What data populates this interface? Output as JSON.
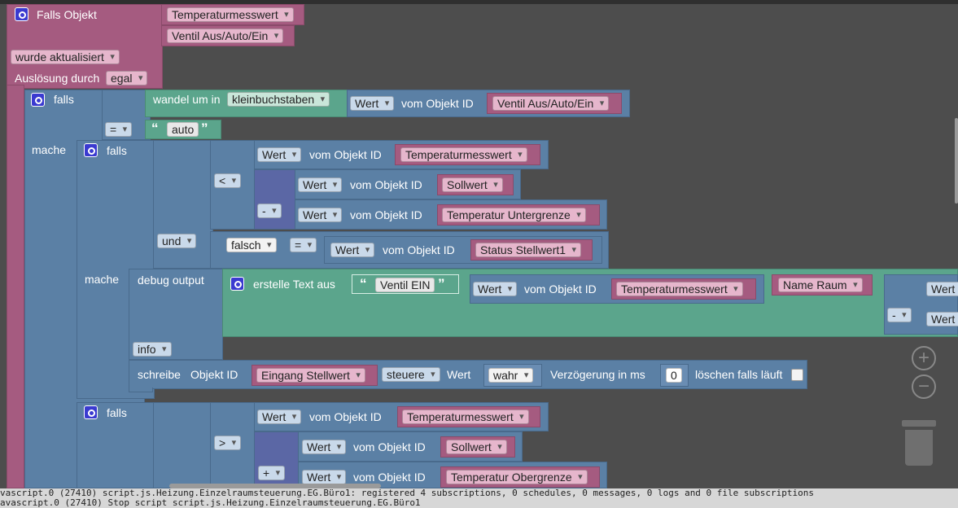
{
  "trigger": {
    "title": "Falls Objekt",
    "objects": [
      "Temperaturmesswert",
      "Ventil Aus/Auto/Ein"
    ],
    "condition": "wurde aktualisiert",
    "trigger_by_label": "Auslösung durch",
    "trigger_by_value": "egal"
  },
  "if1": {
    "falls": "falls",
    "mache": "mache",
    "convert_label": "wandel um in",
    "convert_value": "kleinbuchstaben",
    "value_label": "Wert",
    "from_object_label": "vom Objekt ID",
    "object": "Ventil Aus/Auto/Ein",
    "operator": "=",
    "text_value": "auto",
    "quote_open": "“",
    "quote_close": "”"
  },
  "if2": {
    "falls": "falls",
    "mache": "mache",
    "compare_operator": "<",
    "minus_operator": "-",
    "and_label": "und",
    "rows": [
      {
        "value": "Wert",
        "label": "vom Objekt ID",
        "object": "Temperaturmesswert"
      },
      {
        "value": "Wert",
        "label": "vom Objekt ID",
        "object": "Sollwert"
      },
      {
        "value": "Wert",
        "label": "vom Objekt ID",
        "object": "Temperatur Untergrenze"
      },
      {
        "value": "Wert",
        "label": "vom Objekt ID",
        "object": "Status Stellwert1"
      }
    ],
    "false_value": "falsch",
    "equals_operator": "="
  },
  "debug": {
    "label": "debug output",
    "create_text_label": "erstelle Text aus",
    "text": "Ventil EIN",
    "value": "Wert",
    "from_object_label": "vom Objekt ID",
    "object": "Temperaturmesswert",
    "name_object": "Name Raum",
    "minus_operator": "-",
    "right_values": [
      "Wert",
      "Wert"
    ],
    "level": "info"
  },
  "write": {
    "label": "schreibe",
    "object_id_label": "Objekt ID",
    "object": "Eingang Stellwert",
    "mode": "steuere",
    "value_label": "Wert",
    "value": "wahr",
    "delay_label": "Verzögerung in ms",
    "delay": "0",
    "clear_label": "löschen falls läuft"
  },
  "if3": {
    "falls": "falls",
    "compare_operator": ">",
    "plus_operator": "+",
    "rows": [
      {
        "value": "Wert",
        "label": "vom Objekt ID",
        "object": "Temperaturmesswert"
      },
      {
        "value": "Wert",
        "label": "vom Objekt ID",
        "object": "Sollwert"
      },
      {
        "value": "Wert",
        "label": "vom Objekt ID",
        "object": "Temperatur Obergrenze"
      }
    ]
  },
  "controls": {
    "zoom_in": "+",
    "zoom_out": "−"
  },
  "log_lines": [
    "vascript.0 (27410) script.js.Heizung.Einzelraumsteuerung.EG.Büro1: registered 4 subscriptions, 0 schedules, 0 messages, 0 logs and 0 file subscriptions",
    "avascript.0 (27410) Stop script script.js.Heizung.Einzelraumsteuerung.EG.Büro1"
  ],
  "colors": {
    "event": "#a55b80",
    "control": "#5b80a5",
    "text": "#5ba58c",
    "background": "#4d4d4d"
  }
}
